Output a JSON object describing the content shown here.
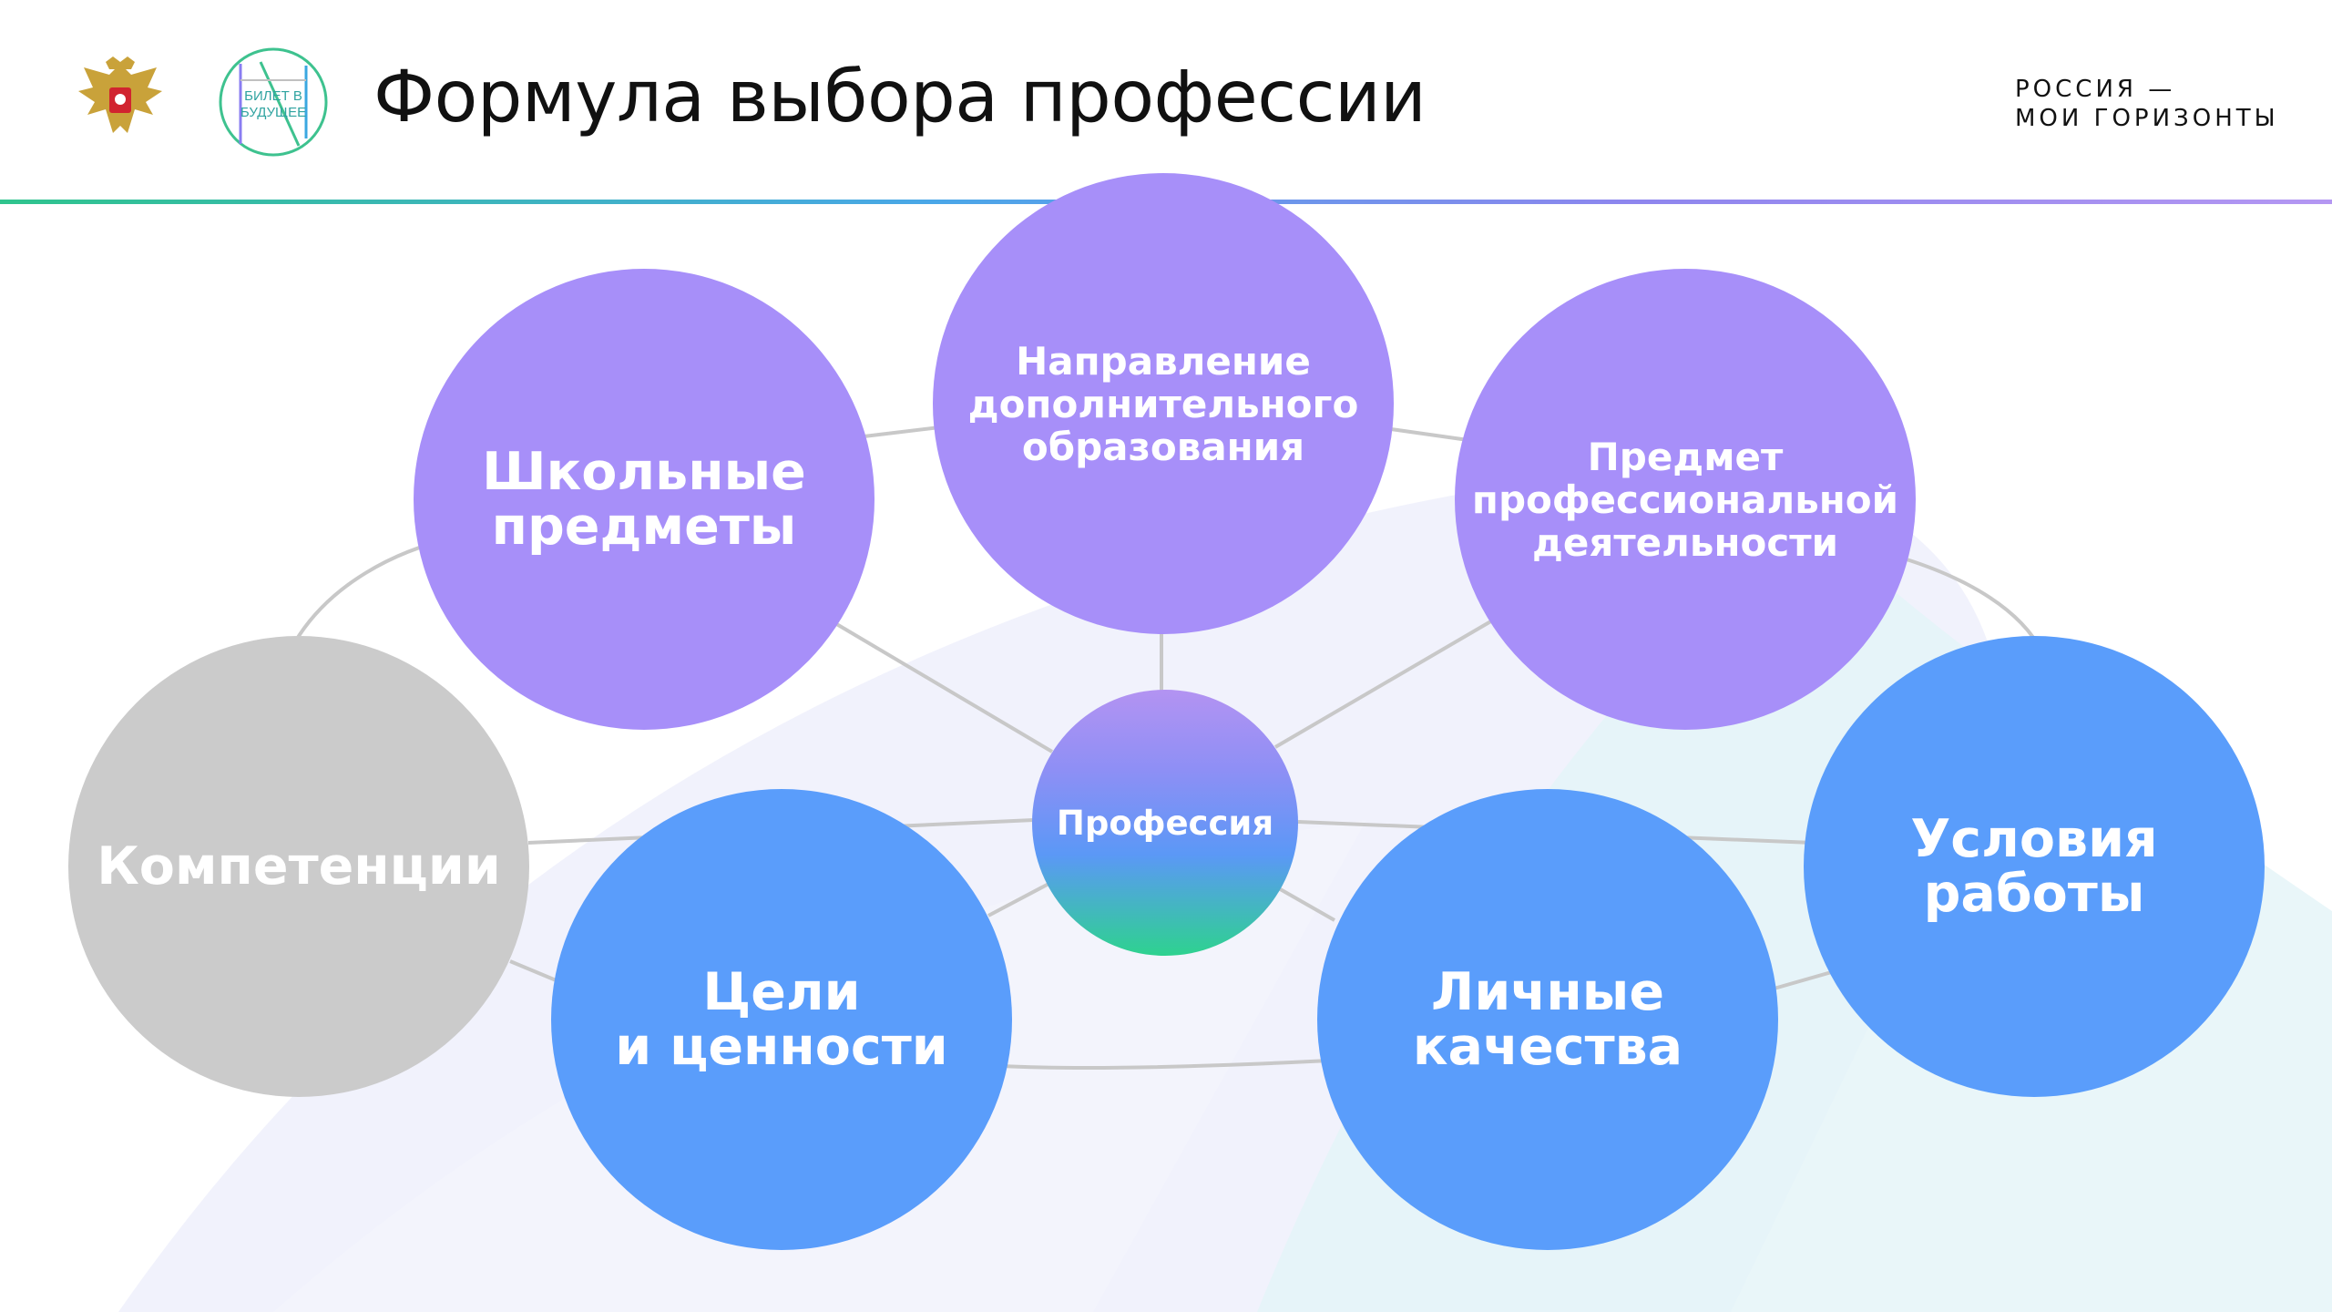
{
  "header": {
    "title": "Формула выбора профессии",
    "brand_line1": "РОССИЯ —",
    "brand_line2": "МОИ ГОРИЗОНТЫ",
    "logo_text_line1": "БИЛЕТ В",
    "logo_text_line2": "БУДУЩЕЕ"
  },
  "colors": {
    "purple": "#a78ff9",
    "blue": "#5a9dfb",
    "grey": "#cbcbcb",
    "green": "#2ed28f",
    "line": "#c8c8c8"
  },
  "diagram": {
    "center": "Профессия",
    "nodes": [
      {
        "id": "school",
        "color": "purple",
        "lines": [
          "Школьные",
          "предметы"
        ]
      },
      {
        "id": "extra_education",
        "color": "purple",
        "lines": [
          "Направление",
          "дополнительного",
          "образования"
        ]
      },
      {
        "id": "professional_subject",
        "color": "purple",
        "lines": [
          "Предмет",
          "профессиональной",
          "деятельности"
        ]
      },
      {
        "id": "competencies",
        "color": "grey",
        "lines": [
          "Компетенции"
        ]
      },
      {
        "id": "goals_values",
        "color": "blue",
        "lines": [
          "Цели",
          "и ценности"
        ]
      },
      {
        "id": "personal_qualities",
        "color": "blue",
        "lines": [
          "Личные",
          "качества"
        ]
      },
      {
        "id": "work_conditions",
        "color": "blue",
        "lines": [
          "Условия",
          "работы"
        ]
      }
    ]
  }
}
